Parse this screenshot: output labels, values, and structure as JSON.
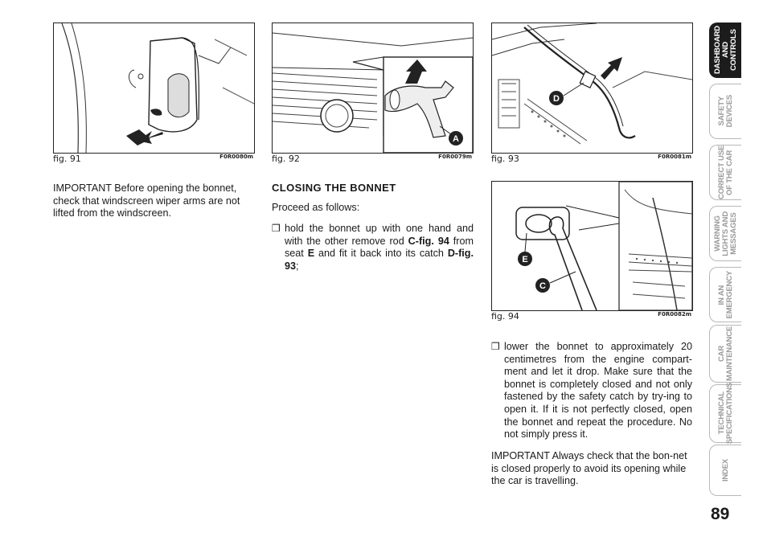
{
  "figures": [
    {
      "caption": "fig. 91",
      "code": "F0R0080m"
    },
    {
      "caption": "fig. 92",
      "code": "F0R0079m",
      "callouts": [
        "A"
      ]
    },
    {
      "caption": "fig. 93",
      "code": "F0R0081m",
      "callouts": [
        "D"
      ]
    },
    {
      "caption": "fig. 94",
      "code": "F0R0082m",
      "callouts": [
        "E",
        "C"
      ]
    }
  ],
  "col1": {
    "text": "IMPORTANT Before opening the bonnet, check that windscreen wiper arms are not lifted from the windscreen."
  },
  "col2": {
    "heading": "CLOSING THE BONNET",
    "intro": "Proceed as follows:",
    "bullet_symbol": "❒",
    "bullet": {
      "t1": "hold the bonnet up with one hand and with the other remove rod ",
      "b1": "C-fig. 94",
      "t2": " from seat ",
      "b2": "E",
      "t3": " and fit it back into its catch ",
      "b3": "D-fig. 93",
      "t4": ";"
    }
  },
  "col3": {
    "bullet_symbol": "❒",
    "bullet": "lower the bonnet to approximately 20 centimetres from the engine compart-ment and let it drop. Make sure that the bonnet is completely closed and not only fastened by the safety catch by try-ing to open it. If it is not perfectly closed, open the bonnet and repeat the procedure. No not simply press it.",
    "important": "IMPORTANT Always check that the bon-net is closed properly to avoid its opening while the car is travelling."
  },
  "side_tabs": [
    {
      "label": "DASHBOARD\nAND CONTROLS",
      "active": true
    },
    {
      "label": "SAFETY\nDEVICES",
      "active": false
    },
    {
      "label": "CORRECT USE\nOF THE CAR",
      "active": false
    },
    {
      "label": "WARNING\nLIGHTS AND\nMESSAGES",
      "active": false
    },
    {
      "label": "IN AN\nEMERGENCY",
      "active": false
    },
    {
      "label": "CAR\nMAINTENANCE",
      "active": false
    },
    {
      "label": "TECHNICAL\nSPECIFICATIONS",
      "active": false
    },
    {
      "label": "INDEX",
      "active": false
    }
  ],
  "page_number": "89"
}
